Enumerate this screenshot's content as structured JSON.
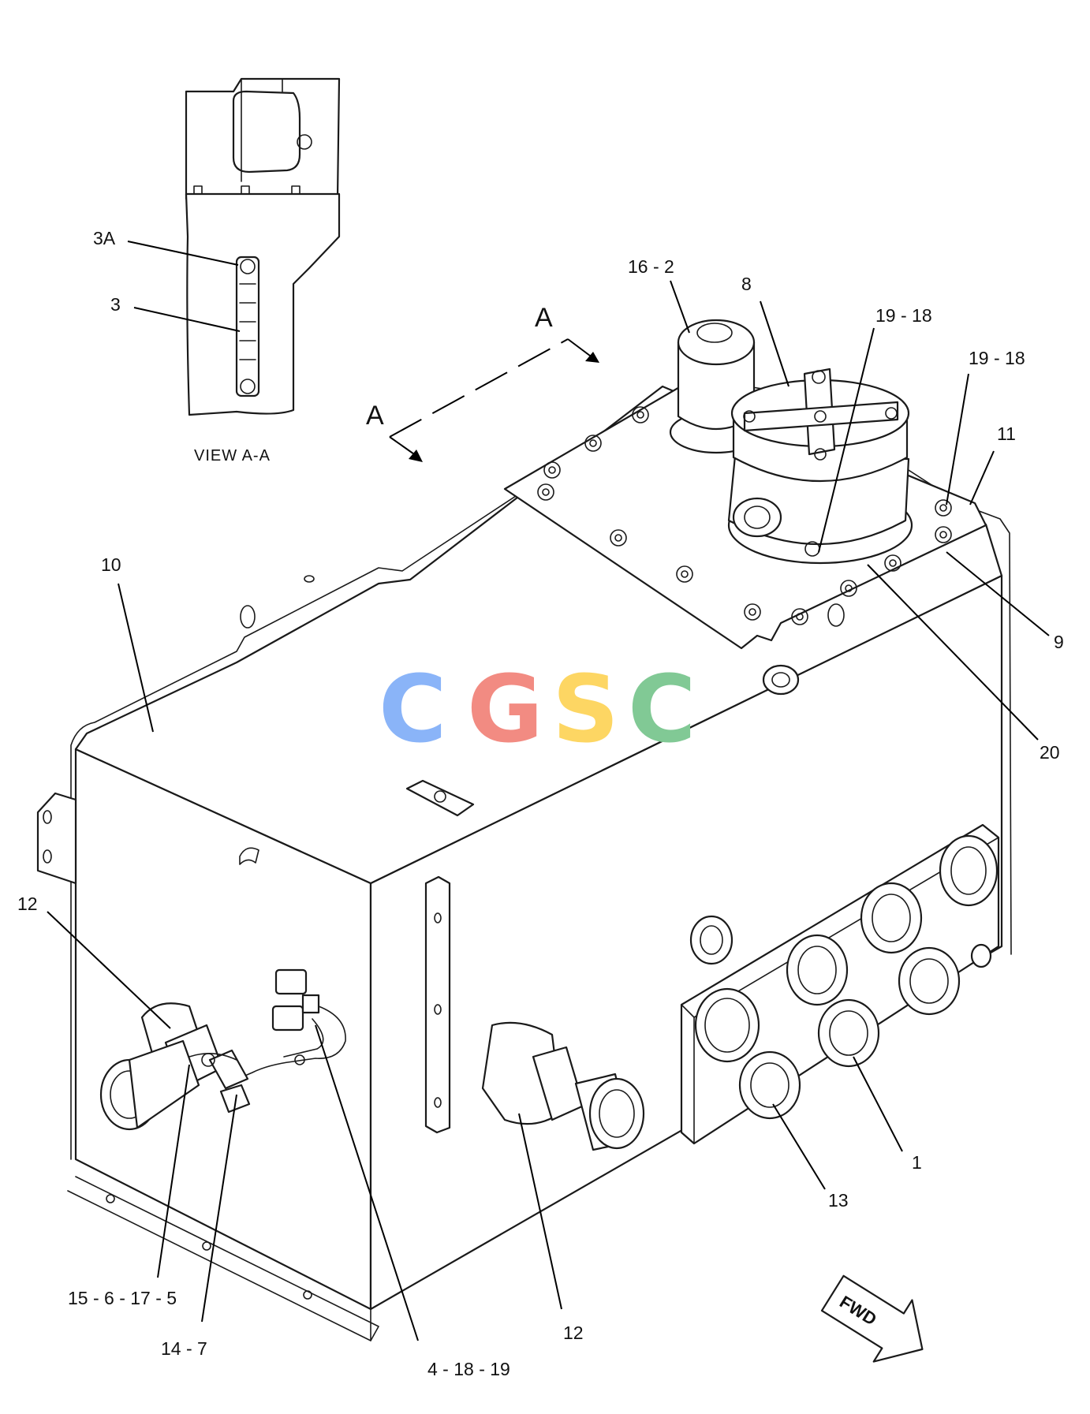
{
  "view": {
    "title": "VIEW  A-A"
  },
  "section_marks": {
    "a_left": "A",
    "a_right": "A"
  },
  "labels": {
    "l_3A": "3A",
    "l_3": "3",
    "l_16_2": "16 - 2",
    "l_8": "8",
    "l_19_18_a": "19 - 18",
    "l_19_18_b": "19 - 18",
    "l_11": "11",
    "l_10": "10",
    "l_9": "9",
    "l_20": "20",
    "l_12_left": "12",
    "l_1": "1",
    "l_13": "13",
    "l_15_6_17_5": "15 - 6 - 17 - 5",
    "l_14_7": "14 - 7",
    "l_4_18_19": "4 - 18 - 19",
    "l_12_bottom": "12"
  },
  "watermark": {
    "letters": [
      "C",
      "G",
      "S",
      "C"
    ],
    "colors": [
      "#8ab4f8",
      "#f28b82",
      "#fdd663",
      "#81c995"
    ]
  },
  "direction_arrow": {
    "text": "FWD"
  }
}
